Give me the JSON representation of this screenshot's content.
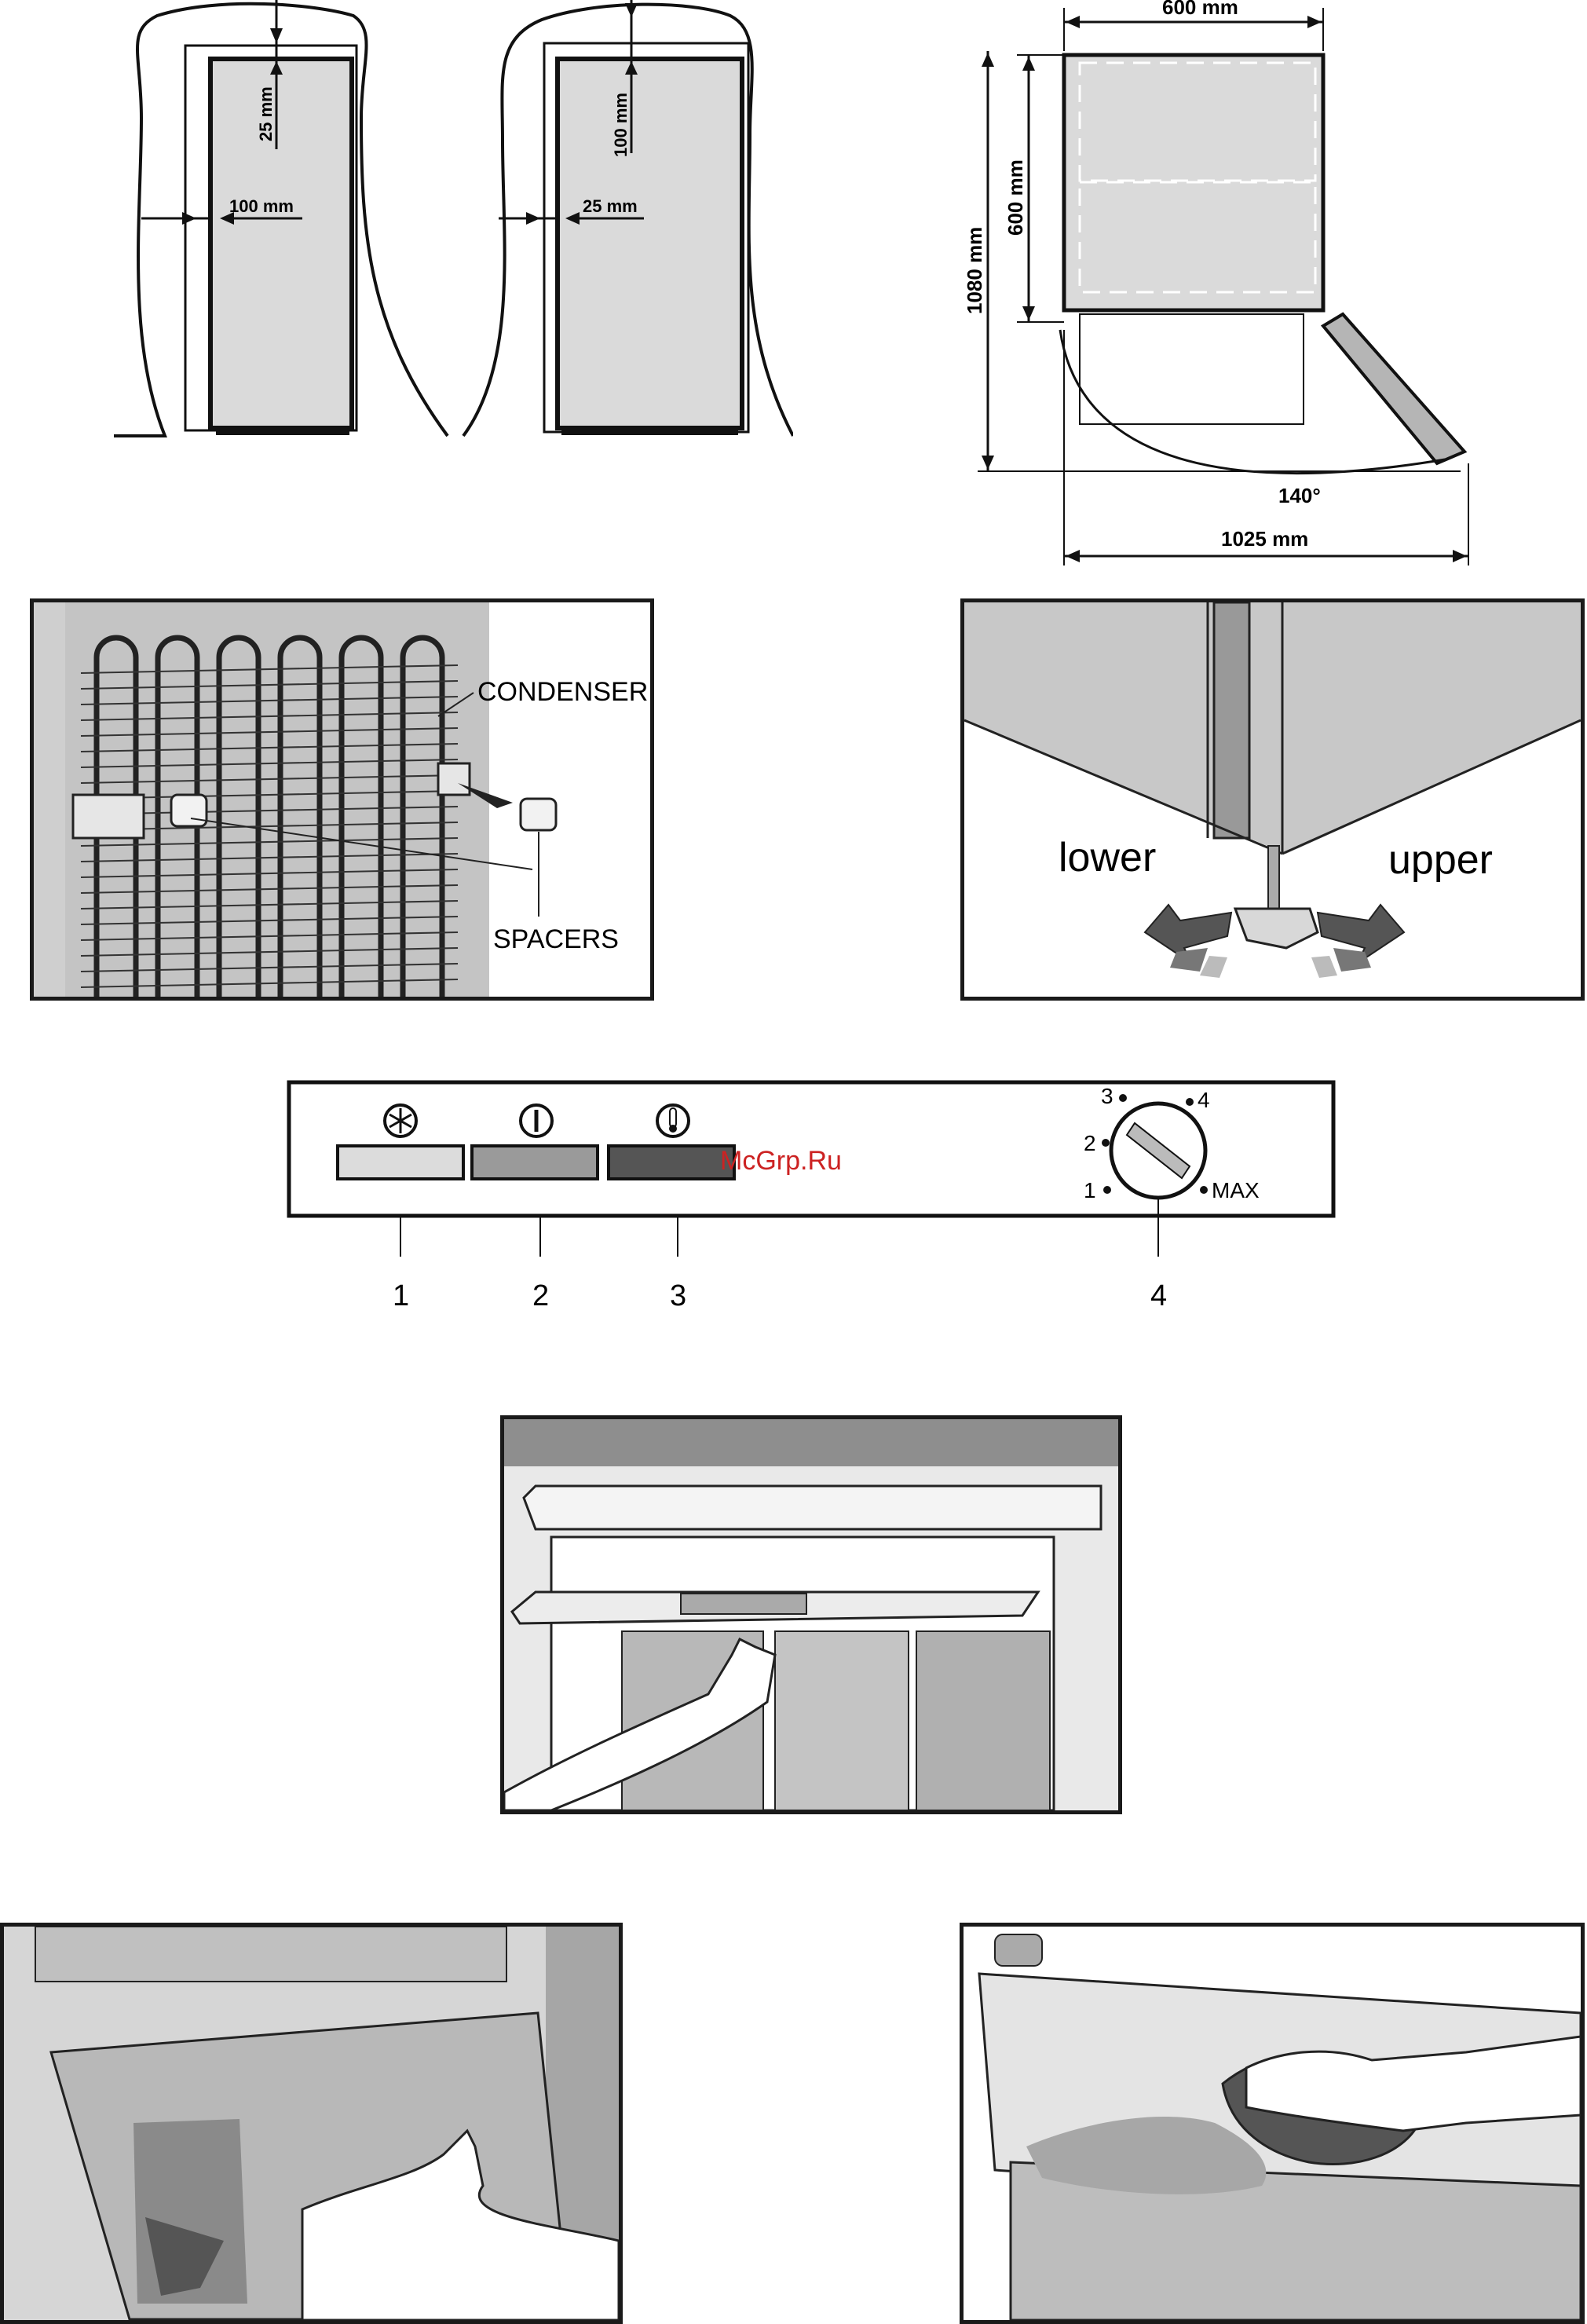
{
  "clearance": {
    "side_top_gap": "25 mm",
    "side_side_gap": "100 mm",
    "wall_top_gap": "100 mm",
    "wall_side_gap": "25 mm"
  },
  "dimensions": {
    "width": "600 mm",
    "depth": "600 mm",
    "height": "1080 mm",
    "door_angle": "140°",
    "open_depth": "1025 mm"
  },
  "condenser": {
    "condenser_label": "CONDENSER",
    "spacers_label": "SPACERS"
  },
  "feet": {
    "lower_label": "lower",
    "upper_label": "upper"
  },
  "control_panel": {
    "watermark": "McGrp.Ru",
    "indicator_colors": [
      "#dcdcdc",
      "#9a9a9a",
      "#555555"
    ],
    "dial_marks": [
      "1",
      "2",
      "3",
      "4",
      "MAX"
    ],
    "callouts": [
      "1",
      "2",
      "3",
      "4"
    ]
  }
}
